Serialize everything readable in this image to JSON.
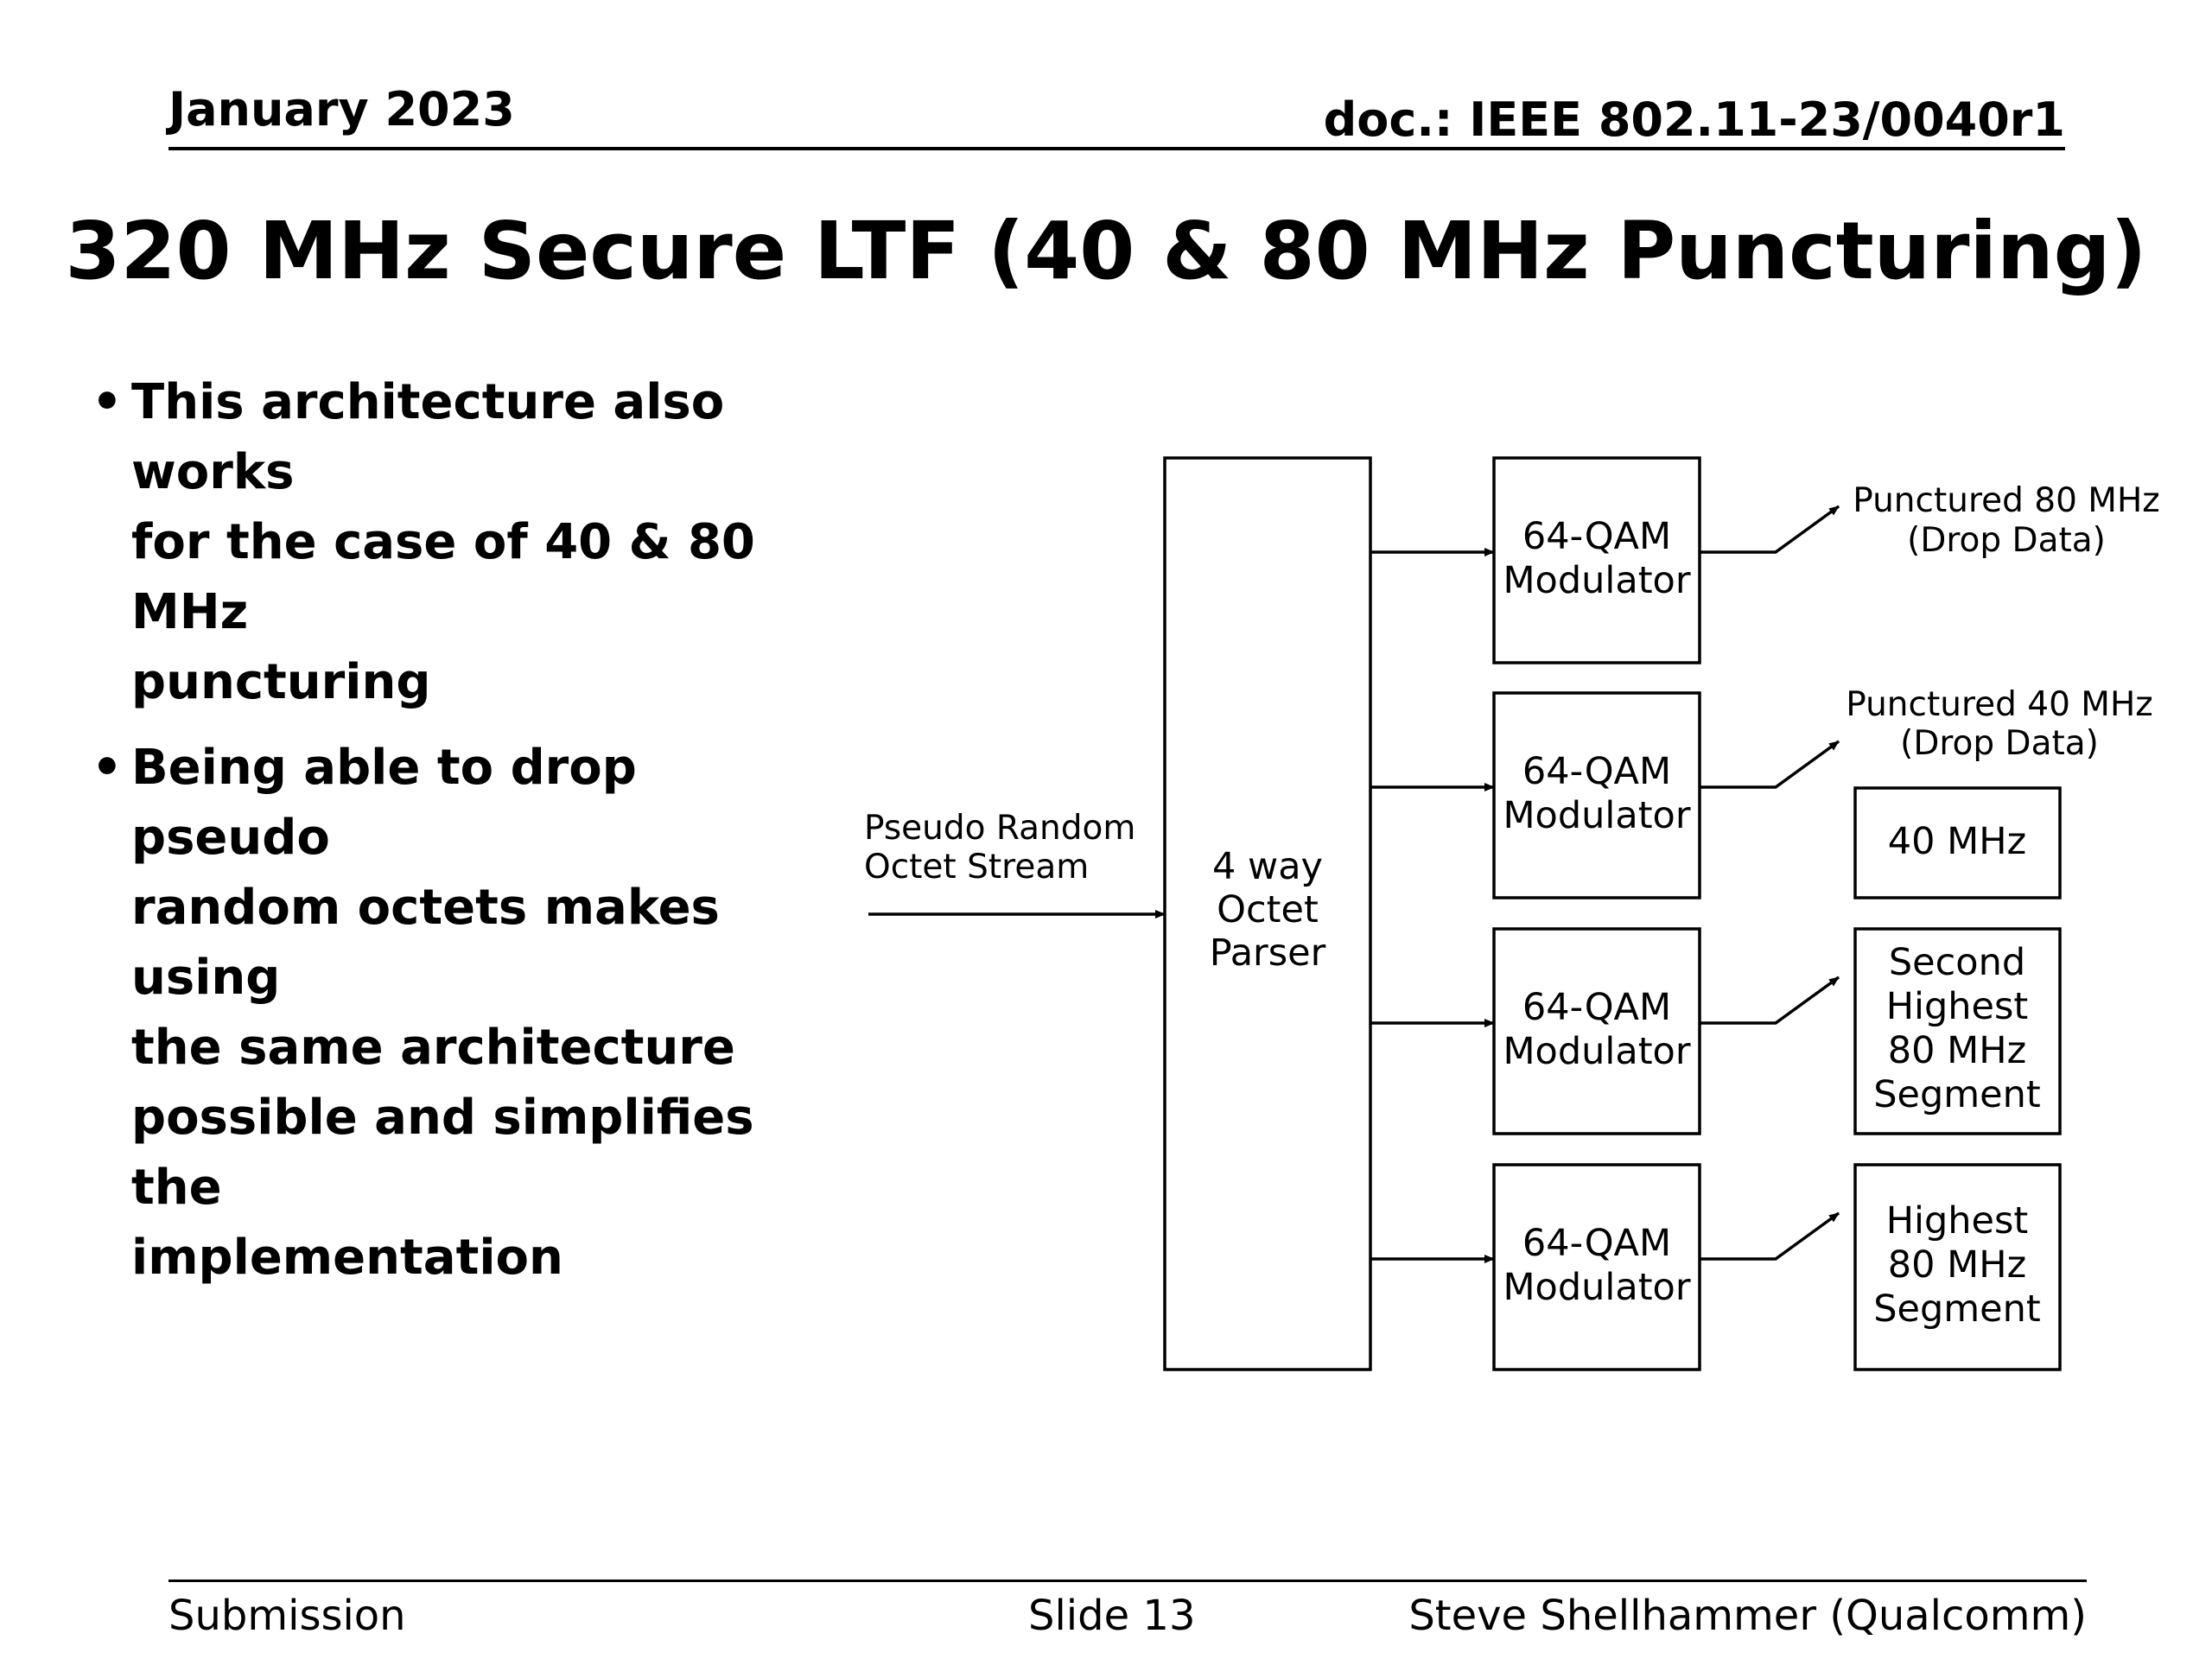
{
  "header": {
    "date": "January 2023",
    "doc": "doc.: IEEE 802.11-23/0040r1"
  },
  "title": "320 MHz Secure LTF (40 & 80 MHz Puncturing)",
  "bullets": [
    {
      "marker": "•",
      "lines": [
        "This architecture also works",
        "for the case of 40 & 80 MHz",
        "puncturing"
      ]
    },
    {
      "marker": "•",
      "lines": [
        "Being able to drop pseudo",
        "random octets makes using",
        "the same architecture",
        "possible and simplifies the",
        "implementation"
      ]
    }
  ],
  "diagram": {
    "input_label": [
      "Pseudo Random",
      "Octet Stream"
    ],
    "parser_label": [
      "4 way",
      "Octet",
      "Parser"
    ],
    "modulators": [
      {
        "label": [
          "64-QAM",
          "Modulator"
        ]
      },
      {
        "label": [
          "64-QAM",
          "Modulator"
        ]
      },
      {
        "label": [
          "64-QAM",
          "Modulator"
        ]
      },
      {
        "label": [
          "64-QAM",
          "Modulator"
        ]
      }
    ],
    "outputs": [
      {
        "label": [
          "Punctured 80 MHz",
          "(Drop Data)"
        ]
      },
      {
        "label": [
          "Punctured 40 MHz",
          "(Drop Data)"
        ],
        "sub_box": [
          "40 MHz"
        ]
      },
      {
        "label": [
          "Second",
          "Highest",
          "80 MHz",
          "Segment"
        ]
      },
      {
        "label": [
          "Highest",
          "80 MHz",
          "Segment"
        ]
      }
    ]
  },
  "footer": {
    "left": "Submission",
    "center": "Slide 13",
    "right": "Steve Shellhammer (Qualcomm)"
  }
}
